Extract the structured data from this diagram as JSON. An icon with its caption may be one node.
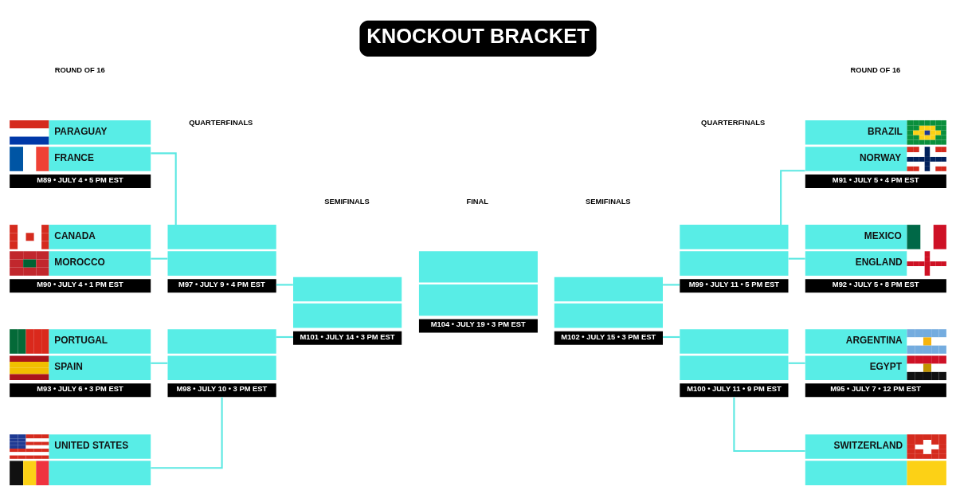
{
  "diagram": {
    "title": "KNOCKOUT BRACKET",
    "nodes": [
      {
        "text": [
          "PARAGUAY",
          "FRANCE",
          "M89 • JULY 4 • 5 PM EST"
        ]
      },
      {
        "text": [
          "BRAZIL",
          "NORWAY",
          "M91 • JULY 5 • 4 PM EST"
        ]
      },
      {
        "text": [
          "M97 • JULY 9 • 4 PM EST"
        ]
      },
      {
        "text": [
          "M99 • JULY 11 • 5 PM EST"
        ]
      },
      {
        "text": [
          "CANADA",
          "MOROCCO",
          "M90 • JULY 4 • 1 PM EST"
        ]
      },
      {
        "text": [
          "MEXICO",
          "ENGLAND",
          "M92 • JULY 5 • 8 PM EST"
        ]
      },
      {
        "text": [
          "M101 • JULY 14 • 3 PM EST"
        ]
      },
      {
        "text": [
          "M104 • JULY 19 • 3 PM EST"
        ]
      },
      {
        "text": [
          "M102 • JULY 15 • 3 PM EST"
        ]
      },
      {
        "text": [
          "PORTUGAL",
          "SPAIN",
          "M93 • JULY 6 • 3 PM EST"
        ]
      },
      {
        "text": [
          "ARGENTINA",
          "EGYPT",
          "M95 • JULY 7 • 12 PM EST"
        ]
      },
      {
        "text": [
          "M98 • JULY 10 • 3 PM EST"
        ]
      },
      {
        "text": [
          "M100 • JULY 11 • 9 PM EST"
        ]
      },
      {
        "text": [
          "UNITED STATES"
        ]
      },
      {
        "text": [
          "SWITZERLAND"
        ]
      }
    ],
    "edges": [
      {
        "from": 0,
        "to": 2,
        "arrow": "none"
      },
      {
        "from": 3,
        "to": 1,
        "arrow": "none"
      },
      {
        "from": 4,
        "to": 2,
        "arrow": "none"
      },
      {
        "from": 3,
        "to": 5,
        "arrow": "none"
      },
      {
        "from": 2,
        "to": 6,
        "arrow": "none"
      },
      {
        "from": 8,
        "to": 3,
        "arrow": "none"
      },
      {
        "from": 9,
        "to": 11,
        "arrow": "none"
      },
      {
        "from": 12,
        "to": 10,
        "arrow": "none"
      },
      {
        "from": 11,
        "to": 6,
        "arrow": "none"
      },
      {
        "from": 8,
        "to": 12,
        "arrow": "none"
      },
      {
        "from": 13,
        "to": 11,
        "arrow": "none"
      },
      {
        "from": 12,
        "to": 14,
        "arrow": "none"
      }
    ],
    "labels": [
      "ROUND OF 16",
      "ROUND OF 16",
      "QUARTERFINALS",
      "QUARTERFINALS",
      "SEMIFINALS",
      "FINAL",
      "SEMIFINALS"
    ]
  }
}
